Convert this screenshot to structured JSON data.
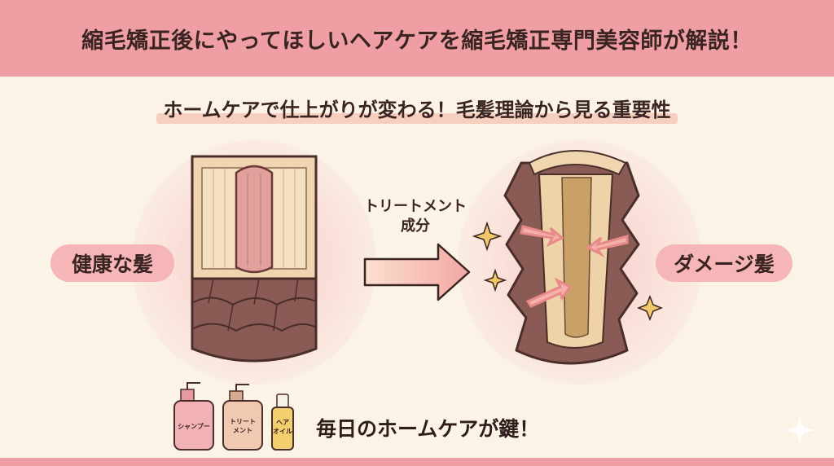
{
  "banner": {
    "title": "縮毛矯正後にやってほしいヘアケアを縮毛矯正専門美容師が解説！"
  },
  "subtitle": "ホームケアで仕上がりが変わる！毛髪理論から見る重要性",
  "labels": {
    "healthy_hair": "健康な髪",
    "damaged_hair": "ダメージ髪",
    "arrow_line1": "トリートメント",
    "arrow_line2": "成分"
  },
  "products": [
    {
      "label": "シャンプー"
    },
    {
      "label_line1": "トリート",
      "label_line2": "メント"
    },
    {
      "label_line1": "ヘア",
      "label_line2": "オイル"
    }
  ],
  "footer": {
    "text": "毎日のホームケアが鍵！"
  },
  "colors": {
    "banner_bg": "#ef9ea3",
    "page_bg": "#fbf3e6",
    "pill_bg": "#f6b6b8",
    "hair_bark": "#8a5a54",
    "hair_core": "#e0a09c",
    "sparkle": "#f0c96a"
  },
  "icons": [
    "sparkle-icon",
    "arrow-right-icon",
    "bottle-icon"
  ]
}
